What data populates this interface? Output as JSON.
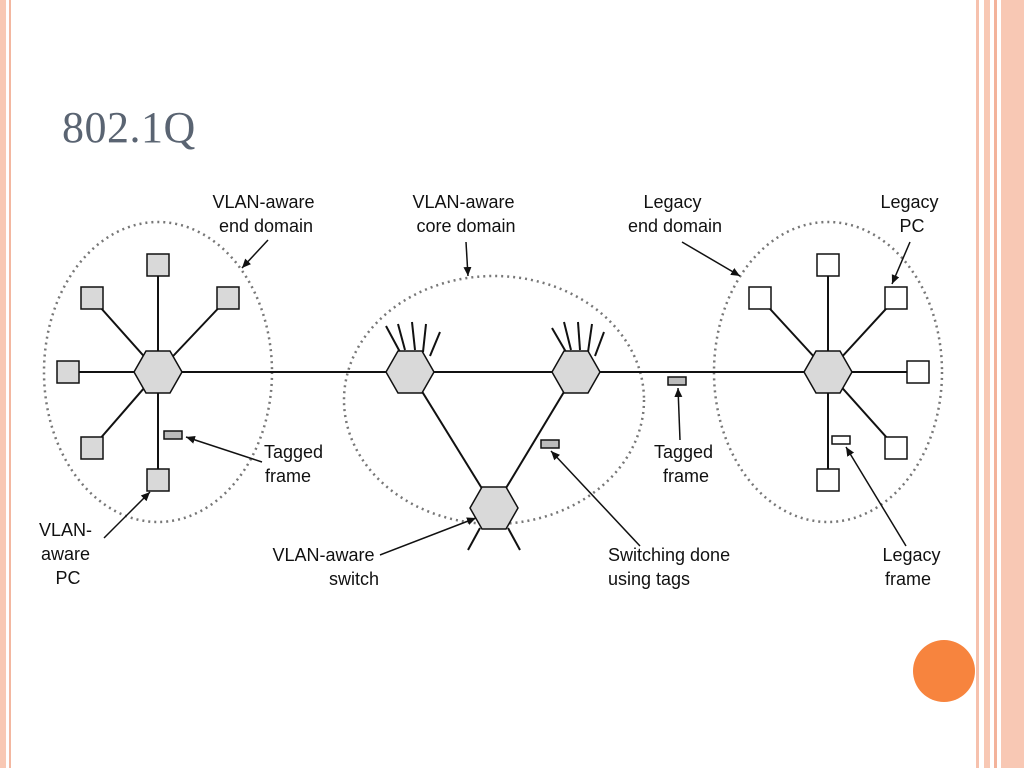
{
  "slide": {
    "title": "802.1Q"
  },
  "labels": {
    "vlan_end_domain": [
      "VLAN-aware",
      "end domain"
    ],
    "vlan_core_domain": [
      "VLAN-aware",
      "core domain"
    ],
    "legacy_end_domain": [
      "Legacy",
      "end domain"
    ],
    "legacy_pc": [
      "Legacy",
      "PC"
    ],
    "tagged_frame_left": [
      "Tagged",
      "frame"
    ],
    "vlan_aware_pc": [
      "VLAN-",
      "aware",
      "PC"
    ],
    "vlan_aware_switch": [
      "VLAN-aware",
      "switch"
    ],
    "switching_done": [
      "Switching done",
      "using tags"
    ],
    "tagged_frame_right": [
      "Tagged",
      "frame"
    ],
    "legacy_frame": [
      "Legacy",
      "frame"
    ]
  },
  "colors": {
    "accent_dot": "#f7843e",
    "border_stripes": "#f8c8b4",
    "title": "#5a6472",
    "vlan_node_fill": "#d9d9d9",
    "legacy_node_fill": "#ffffff"
  }
}
